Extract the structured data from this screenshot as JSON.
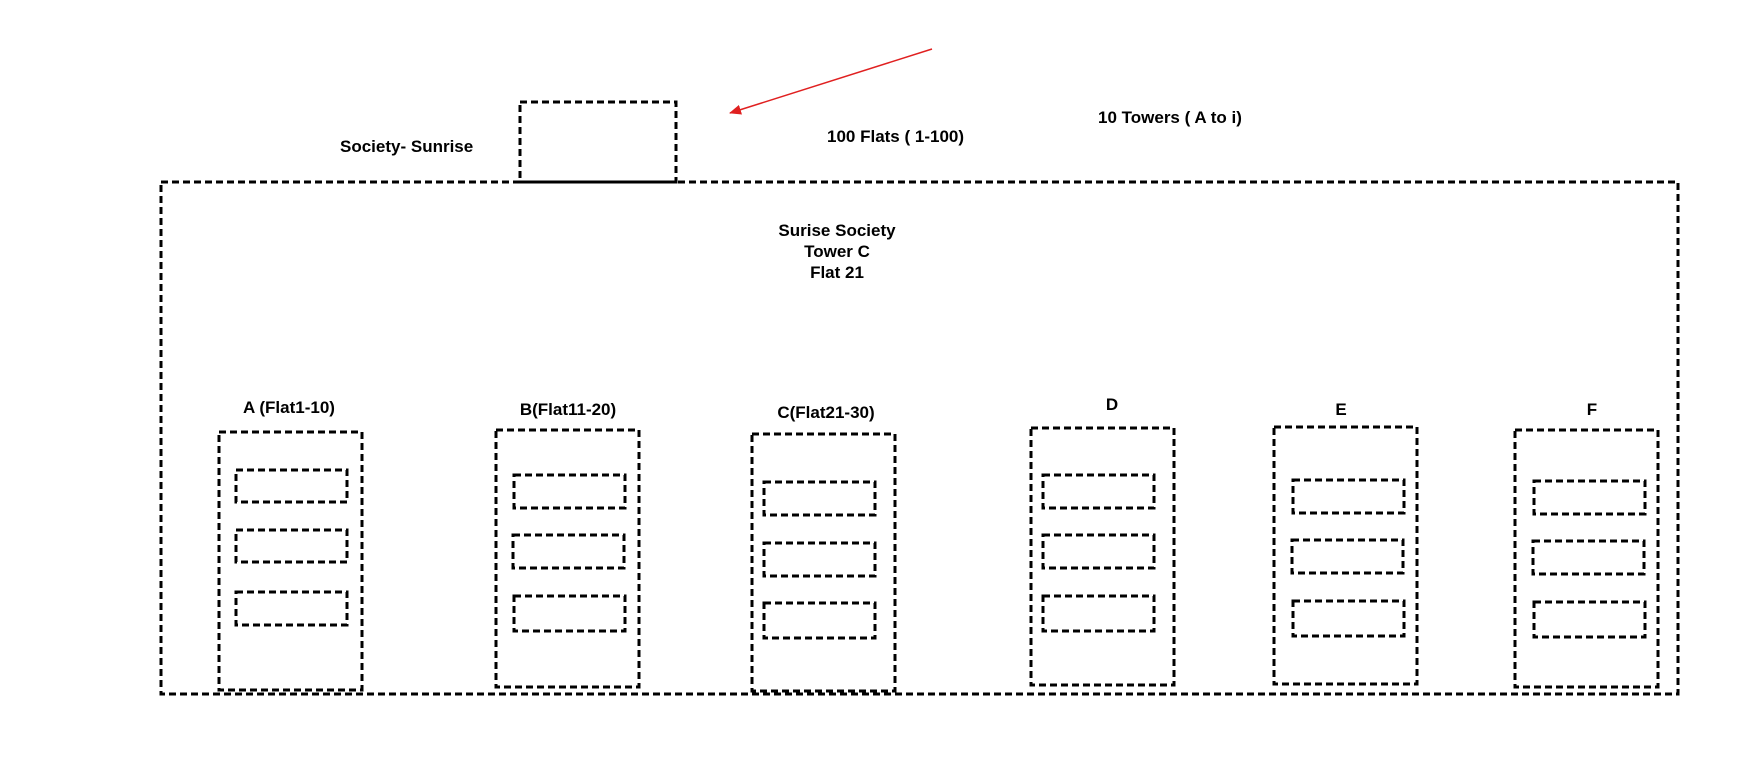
{
  "labels": {
    "society_name": "Society- Sunrise",
    "flats_count": "100 Flats ( 1-100)",
    "towers_count": "10 Towers ( A to i)"
  },
  "address": {
    "line1": "Surise Society",
    "line2": "Tower C",
    "line3": "Flat 21"
  },
  "towers": [
    {
      "label": "A (Flat1-10)"
    },
    {
      "label": "B(Flat11-20)"
    },
    {
      "label": "C(Flat21-30)"
    },
    {
      "label": "D"
    },
    {
      "label": "E"
    },
    {
      "label": "F"
    }
  ],
  "colors": {
    "line": "#000000",
    "arrow": "#e02020"
  }
}
